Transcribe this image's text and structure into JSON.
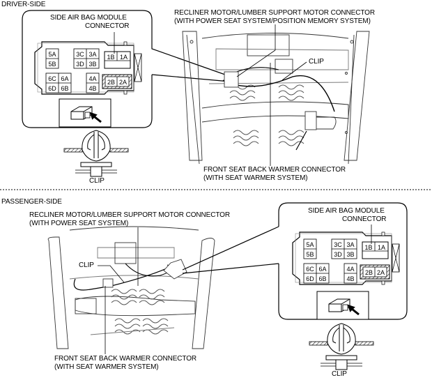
{
  "divider": "dashed",
  "driver_side": {
    "section_title": "DRIVER-SIDE",
    "airbag_connector_label": [
      "SIDE AIR BAG MODULE",
      "CONNECTOR"
    ],
    "recliner_label": [
      "RECLINER MOTOR/LUMBER SUPPORT MOTOR CONNECTOR",
      "(WITH POWER SEAT SYSTEM/POSITION MEMORY SYSTEM)"
    ],
    "clip_callout": "CLIP",
    "warmer_label": [
      "FRONT SEAT BACK WARMER CONNECTOR",
      "(WITH SEAT WARMER SYSTEM)"
    ],
    "clip_detail_label": "CLIP"
  },
  "passenger_side": {
    "section_title": "PASSENGER-SIDE",
    "recliner_label": [
      "RECLINER MOTOR/LUMBER SUPPORT MOTOR CONNECTOR",
      "(WITH POWER SEAT SYSTEM)"
    ],
    "clip_callout": "CLIP",
    "warmer_label": [
      "FRONT SEAT BACK WARMER CONNECTOR",
      "(WITH SEAT WARMER SYSTEM)"
    ],
    "airbag_connector_label": [
      "SIDE AIR BAG MODULE",
      "CONNECTOR"
    ],
    "clip_detail_label": "CLIP"
  },
  "connector_pins": {
    "group5": [
      "5A",
      "5B"
    ],
    "group3": [
      "3C",
      "3A",
      "3D",
      "3B"
    ],
    "group1": [
      "1B",
      "1A"
    ],
    "group6": [
      "6C",
      "6A",
      "6D",
      "6B"
    ],
    "group4": [
      "4A",
      "4B"
    ],
    "group2": [
      "2B",
      "2A"
    ]
  }
}
